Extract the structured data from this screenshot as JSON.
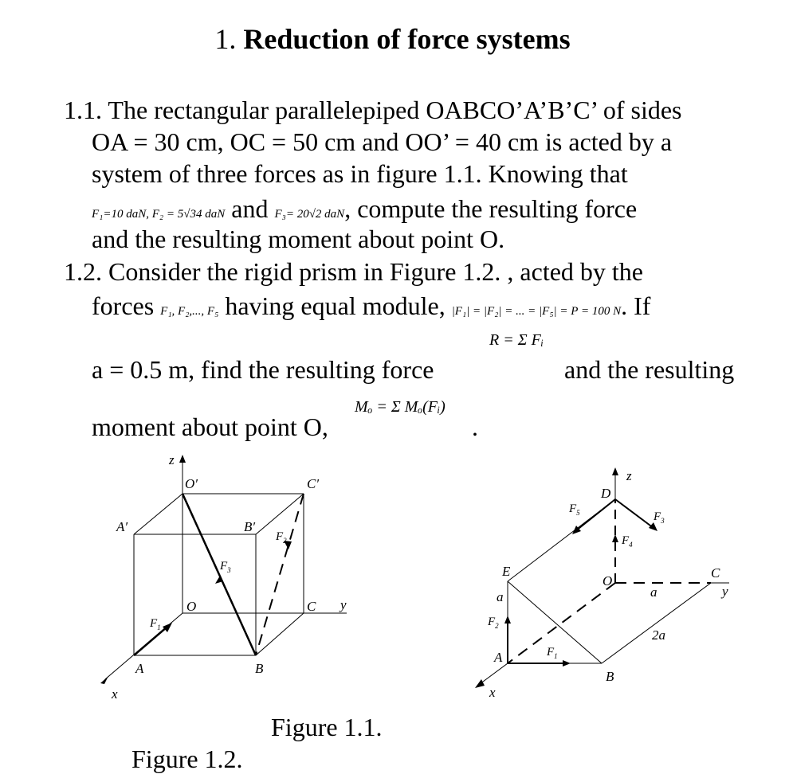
{
  "title": {
    "number": "1.",
    "text": "Reduction of force systems"
  },
  "p1": {
    "l1": "1.1. The rectangular parallelepiped OABCO’A’B’C’ of sides",
    "l2": "OA = 30 cm, OC = 50 cm and OO’ = 40 cm is acted by a",
    "l3": "system of three forces as in figure 1.1. Knowing that",
    "f12": "F₁=10 daN, F₂ = 5√34 daN",
    "and": "and",
    "f3": "F₃= 20√2 daN",
    "l4rest": ", compute the resulting force",
    "l5": "and the resulting moment about point O."
  },
  "p2": {
    "l1": "1.2. Consider the rigid prism in Figure 1.2. , acted by the",
    "l2a": "forces",
    "l2forces": "F₁, F₂,..., F₅",
    "l2b": "having equal module,",
    "l2eq": "|F₁| = |F₂| = ... = |F₅| = P = 100 N",
    "l2c": ". If",
    "l3a": "a = 0.5 m, find the resulting force",
    "l3eq": "R = Σ Fᵢ",
    "l3b": "and the resulting",
    "l4a": "moment about point O,",
    "l4eq": "Mₒ = Σ Mₒ(Fᵢ)",
    "l4b": "."
  },
  "fig1": {
    "labels": {
      "z": "z",
      "O1": "O′",
      "C1": "C′",
      "A1": "A′",
      "B1": "B′",
      "O": "O",
      "C": "C",
      "y": "y",
      "A": "A",
      "B": "B",
      "x": "x",
      "F1": "F",
      "F1sub": "1",
      "F2": "F",
      "F2sub": "2",
      "F3": "F",
      "F3sub": "3"
    },
    "caption": "Figure 1.1."
  },
  "fig2": {
    "labels": {
      "z": "z",
      "D": "D",
      "E": "E",
      "O": "O",
      "C": "C",
      "y": "y",
      "a1": "a",
      "a2": "a",
      "a3": "2a",
      "A": "A",
      "B": "B",
      "x": "x",
      "F1": "F",
      "F1sub": "1",
      "F2": "F",
      "F2sub": "2",
      "F3": "F",
      "F3sub": "3",
      "F4": "F",
      "F4sub": "4",
      "F5": "F",
      "F5sub": "5"
    },
    "caption": "Figure 1.2."
  }
}
